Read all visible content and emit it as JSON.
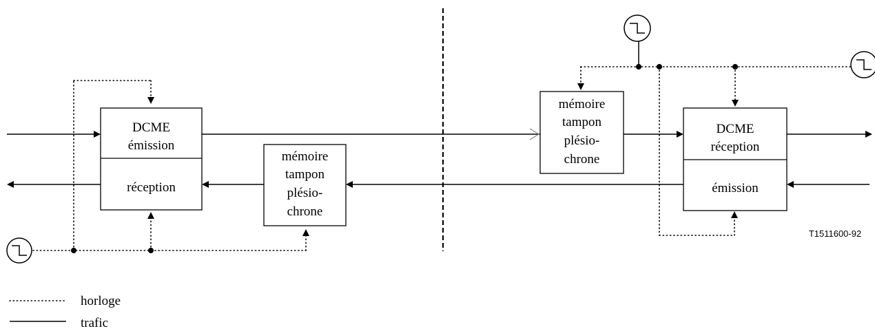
{
  "left_unit": {
    "top_line1": "DCME",
    "top_line2": "émission",
    "bottom": "réception"
  },
  "right_unit": {
    "top_line1": "DCME",
    "top_line2": "réception",
    "bottom": "émission"
  },
  "buffer_left": {
    "lines": [
      "mémoire",
      "tampon",
      "plésio-",
      "chrone"
    ]
  },
  "buffer_right": {
    "lines": [
      "mémoire",
      "tampon",
      "plésio-",
      "chrone"
    ]
  },
  "reference_code": "T1511600-92",
  "legend": {
    "clock_label": "horloge",
    "traffic_label": "trafic"
  }
}
